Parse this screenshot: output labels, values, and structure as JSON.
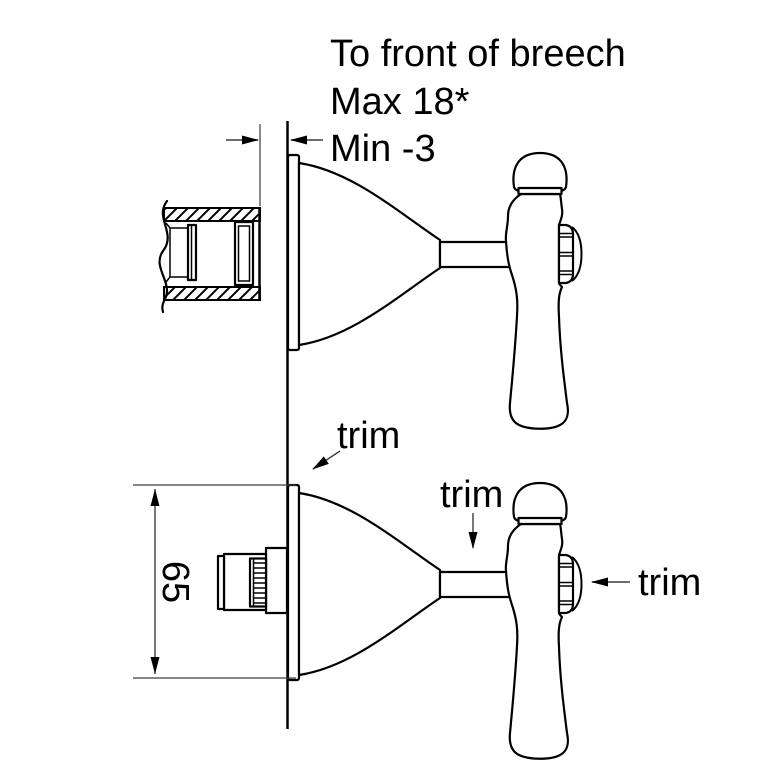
{
  "drawing_type": "valve-trim-installation-diagram",
  "annotation": {
    "breech_note_line1": "To front of breech",
    "breech_note_line2": "Max 18*",
    "breech_note_line3": "Min -3"
  },
  "labels": {
    "trim_flange": "trim",
    "trim_stem": "trim",
    "trim_cap": "trim"
  },
  "dimensions": {
    "escutcheon_height": "65"
  },
  "colors": {
    "line": "#000000",
    "dim_line": "#3d3d3d",
    "background": "#ffffff"
  }
}
